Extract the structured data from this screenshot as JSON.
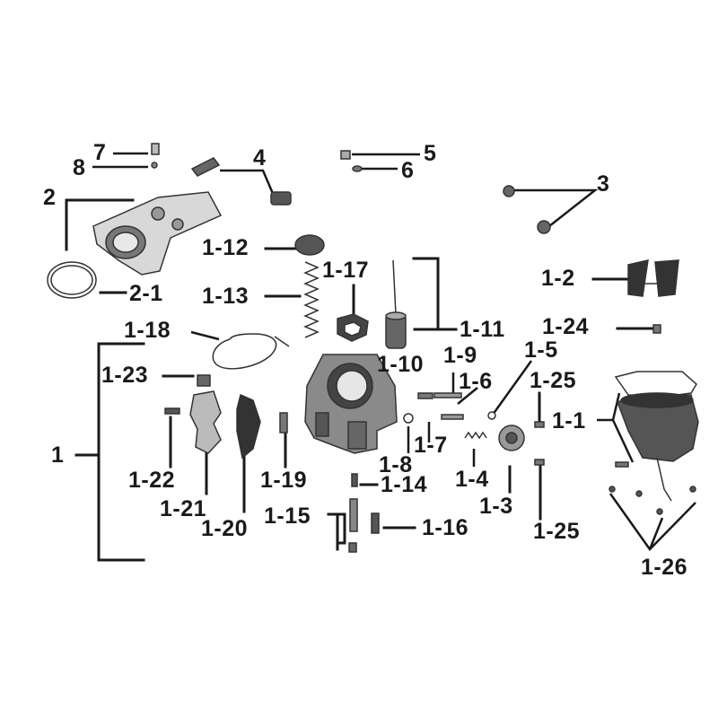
{
  "labels": {
    "l1": "1",
    "l2": "2",
    "l3": "3",
    "l4": "4",
    "l5": "5",
    "l6": "6",
    "l7": "7",
    "l8": "8",
    "l2_1": "2-1",
    "l1_1": "1-1",
    "l1_2": "1-2",
    "l1_3": "1-3",
    "l1_4": "1-4",
    "l1_5": "1-5",
    "l1_6": "1-6",
    "l1_7": "1-7",
    "l1_8": "1-8",
    "l1_9": "1-9",
    "l1_10": "1-10",
    "l1_11": "1-11",
    "l1_12": "1-12",
    "l1_13": "1-13",
    "l1_14": "1-14",
    "l1_15": "1-15",
    "l1_16": "1-16",
    "l1_17": "1-17",
    "l1_18": "1-18",
    "l1_19": "1-19",
    "l1_20": "1-20",
    "l1_21": "1-21",
    "l1_22": "1-22",
    "l1_23": "1-23",
    "l1_24": "1-24",
    "l1_25a": "1-25",
    "l1_25b": "1-25",
    "l1_26": "1-26"
  }
}
